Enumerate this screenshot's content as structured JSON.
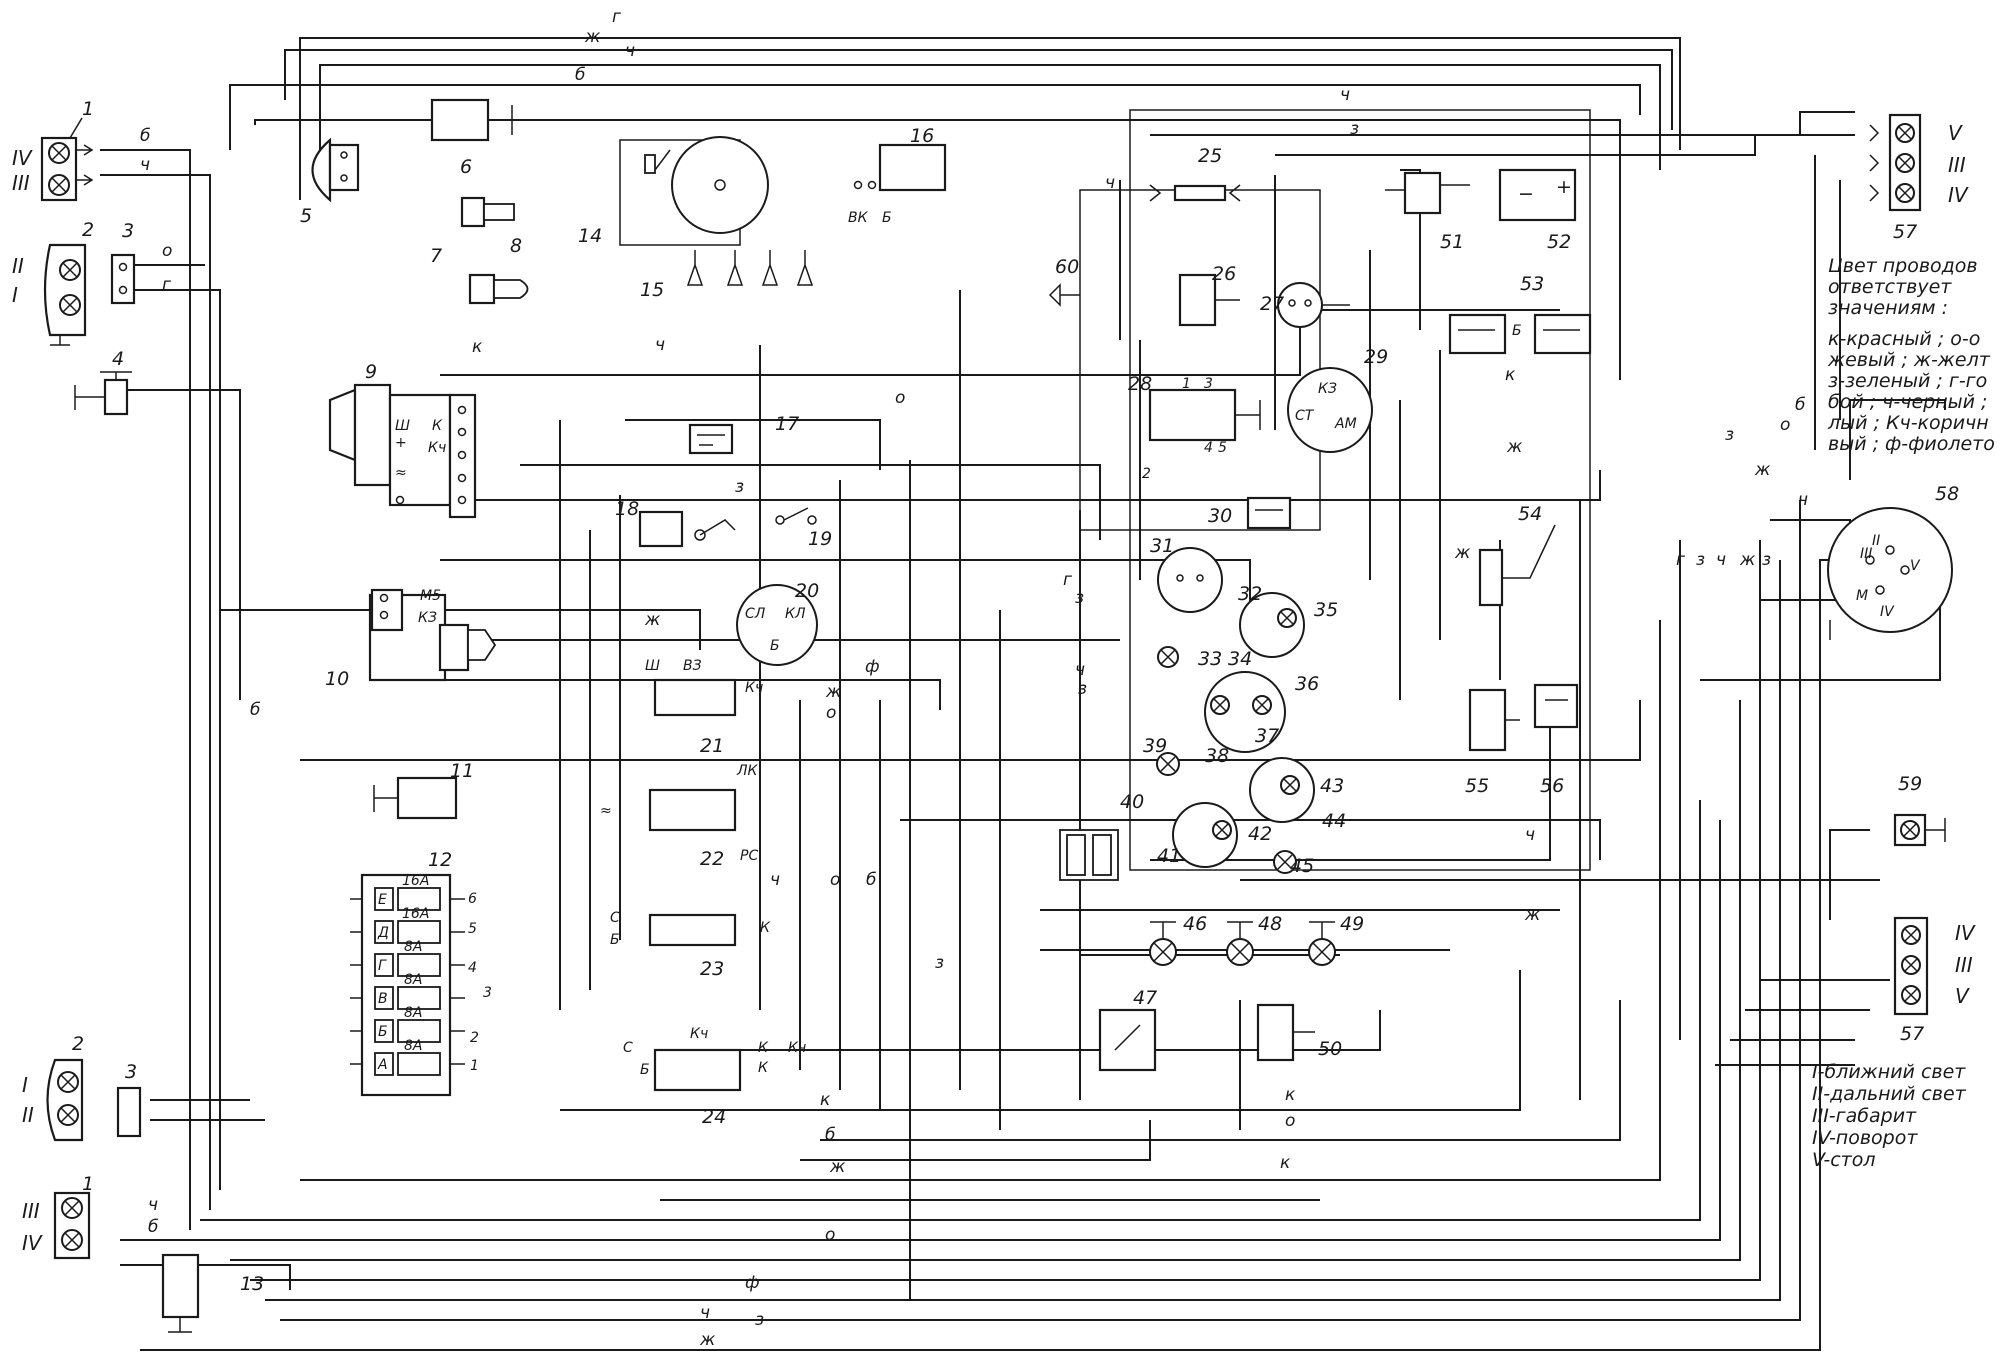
{
  "legend": {
    "title_lines": [
      "Цвет проводов",
      "ответствует",
      "значениям :"
    ],
    "color_lines": [
      "к-красный ; о-о",
      "жевый ; ж-желт",
      "з-зеленый ; г-го",
      "бой ; ч-черный ;",
      "лый ; Кч-коричн",
      "вый ; ф-фиолето"
    ],
    "light_lines": [
      "I-ближний свет",
      "II-дальний свет",
      "III-габарит",
      "IV-поворот",
      "V-стол"
    ]
  },
  "numbers": [
    "1",
    "2",
    "3",
    "4",
    "5",
    "6",
    "7",
    "8",
    "9",
    "10",
    "11",
    "12",
    "13",
    "14",
    "15",
    "16",
    "17",
    "18",
    "19",
    "20",
    "21",
    "22",
    "23",
    "24",
    "25",
    "26",
    "27",
    "28",
    "29",
    "30",
    "31",
    "32",
    "33",
    "34",
    "35",
    "36",
    "37",
    "38",
    "39",
    "40",
    "41",
    "42",
    "43",
    "44",
    "45",
    "46",
    "47",
    "48",
    "49",
    "50",
    "51",
    "52",
    "53",
    "54",
    "55",
    "56",
    "57",
    "58",
    "59",
    "60"
  ],
  "romans": [
    "I",
    "II",
    "III",
    "IV",
    "V"
  ],
  "wire_letters": {
    "g": "г",
    "zh": "ж",
    "ch": "ч",
    "b": "б",
    "o": "о",
    "k": "к",
    "z": "з",
    "f": "ф",
    "kch": "Кч"
  },
  "terminals": {
    "gen_sh": "Ш",
    "gen_plus": "+",
    "gen_ac": "≈",
    "gen_k": "К",
    "gen_kch": "Кч",
    "starter_m5": "М5",
    "starter_kz": "КЗ",
    "relay16_vk": "ВК",
    "relay16_b": "Б",
    "switch20_sl": "СЛ",
    "switch20_kl": "КЛ",
    "switch20_b": "Б",
    "r21_sh": "Ш",
    "r21_vz": "ВЗ",
    "r21_kch": "Кч",
    "r22_lk": "ЛК",
    "r22_rs": "РС",
    "r22_ac": "≈",
    "r23_s": "С",
    "r23_b": "Б",
    "r23_k": "К",
    "r24_kch": "Кч",
    "r24_s": "С",
    "r24_b": "Б",
    "r24_k": "К",
    "c28_1": "1",
    "c28_2": "2",
    "c28_3": "3",
    "c28_4": "4",
    "c28_5": "5",
    "sw29_kz": "КЗ",
    "sw29_st": "СТ",
    "sw29_am": "АМ",
    "b52_minus": "−",
    "b52_plus": "+",
    "s53_b": "Б",
    "sock58_m": "М"
  },
  "fuses": {
    "letters": [
      "Е",
      "Д",
      "Г",
      "В",
      "Б",
      "А"
    ],
    "ratings": [
      "16А",
      "16А",
      "8А",
      "8А",
      "8А",
      "8А"
    ],
    "outputs": [
      "6",
      "5",
      "4",
      "3",
      "2",
      "1"
    ]
  }
}
